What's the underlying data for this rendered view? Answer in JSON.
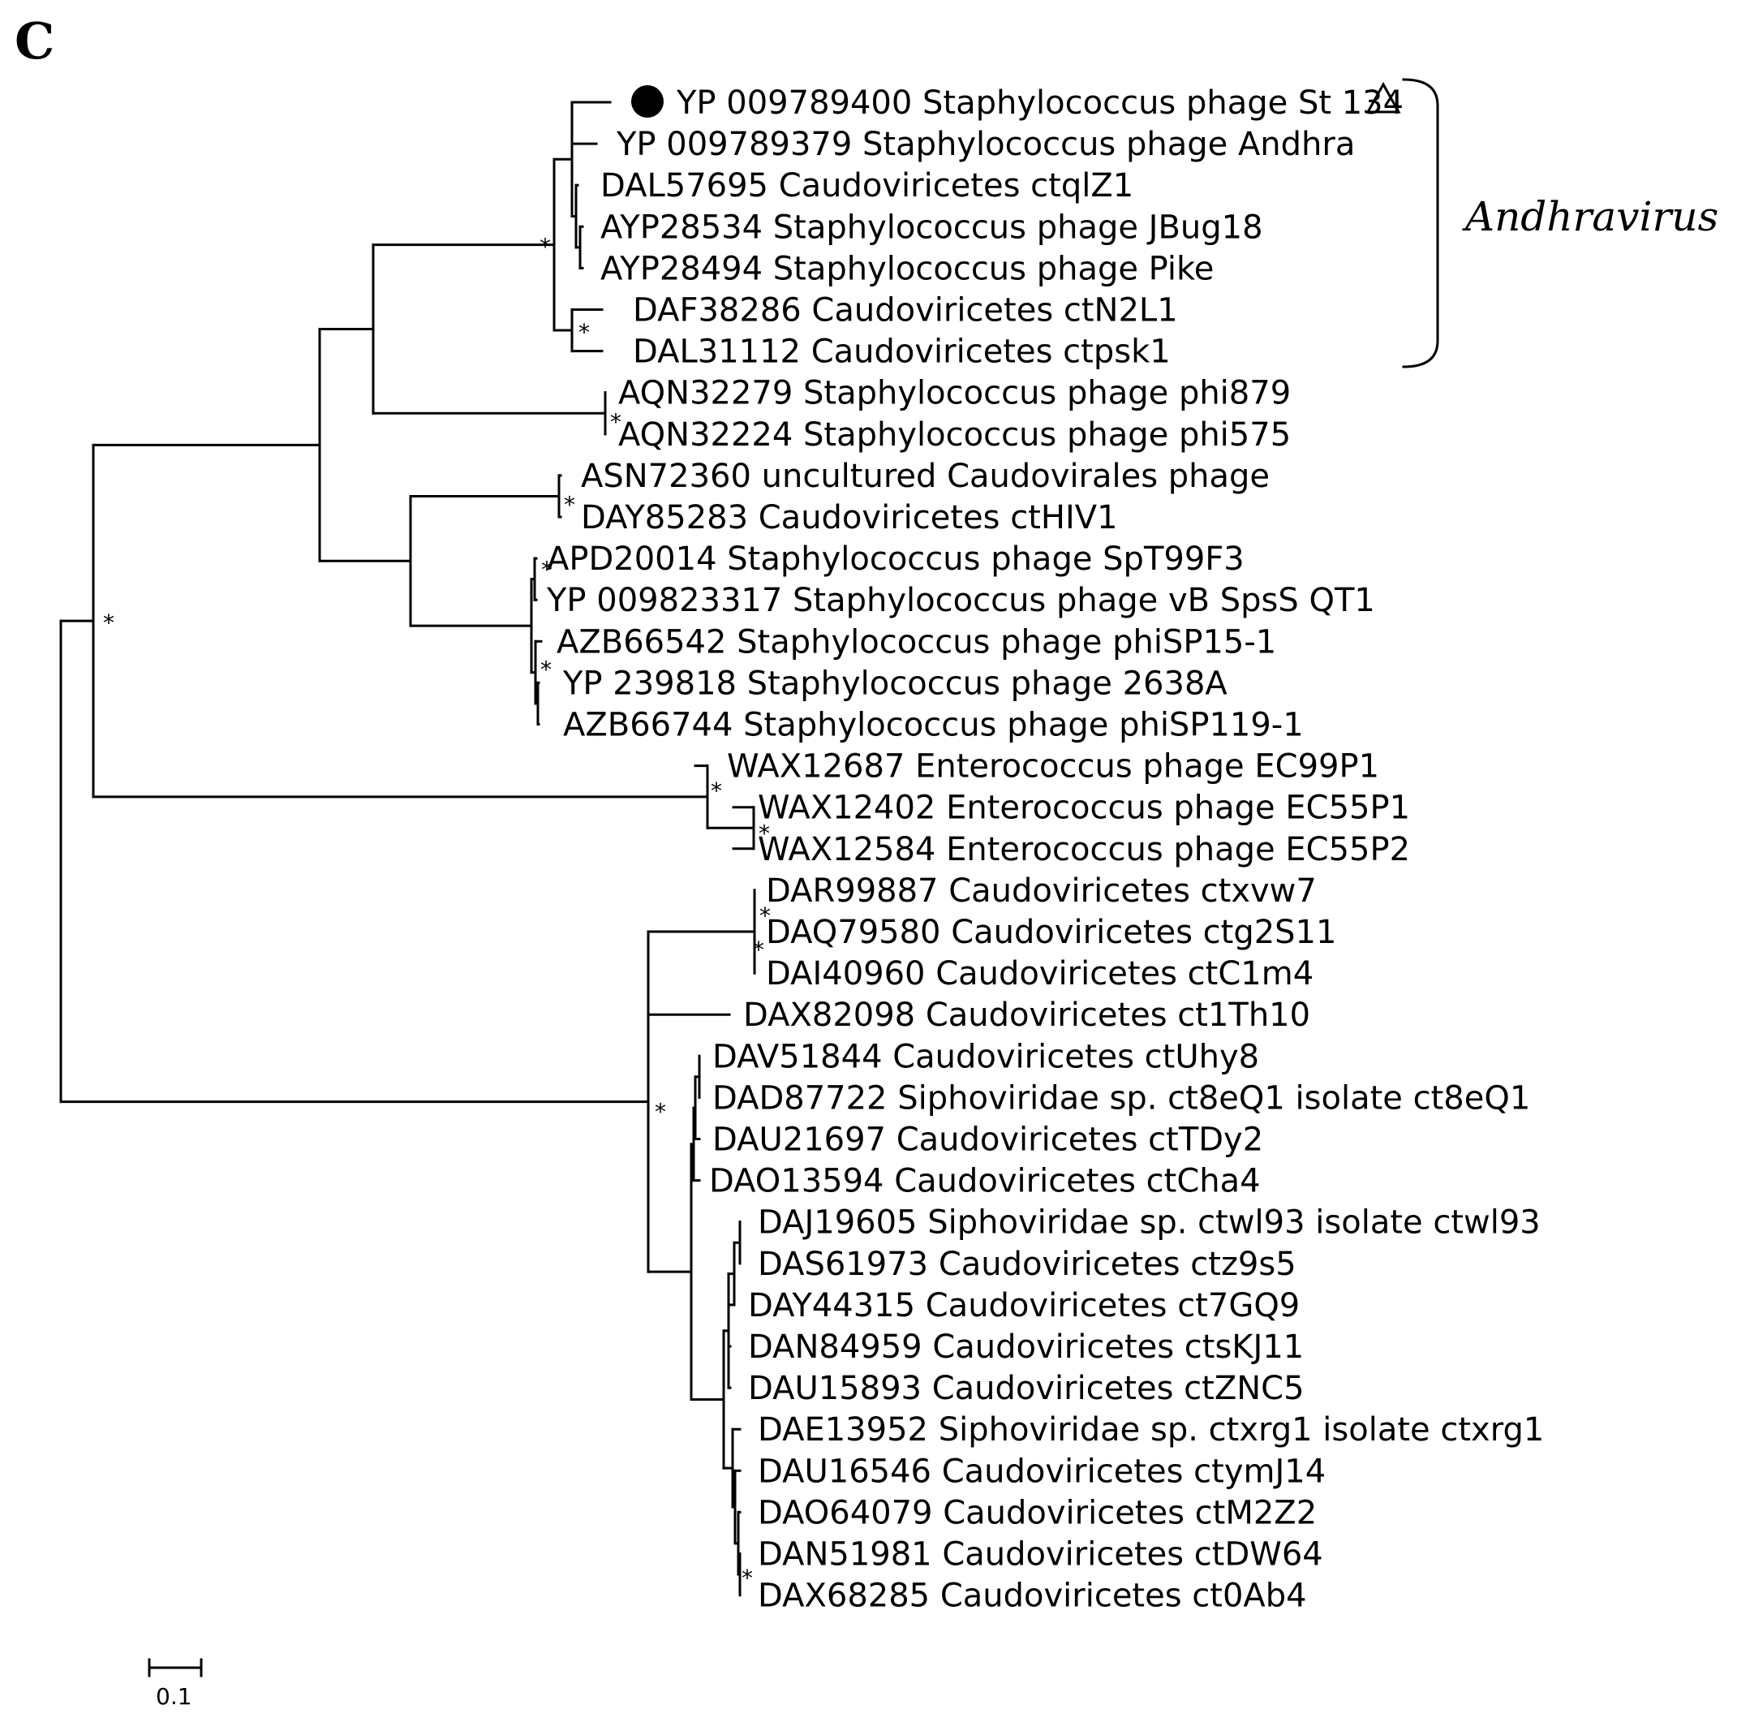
{
  "panel_label": "C",
  "genus_label": "Andhravirus",
  "scale_bar_label": "0.1",
  "support_marker": "*",
  "leaves": [
    "YP 009789400 Staphylococcus phage St 134",
    "YP 009789379 Staphylococcus phage Andhra",
    "DAL57695 Caudoviricetes ctqlZ1",
    "AYP28534 Staphylococcus phage JBug18",
    "AYP28494 Staphylococcus phage Pike",
    "DAF38286 Caudoviricetes ctN2L1",
    "DAL31112 Caudoviricetes ctpsk1",
    "AQN32279 Staphylococcus phage phi879",
    "AQN32224 Staphylococcus phage phi575",
    "ASN72360 uncultured Caudovirales phage",
    "DAY85283 Caudoviricetes ctHIV1",
    "APD20014 Staphylococcus phage SpT99F3",
    "YP 009823317 Staphylococcus phage vB SpsS QT1",
    "AZB66542 Staphylococcus phage phiSP15-1",
    "YP 239818 Staphylococcus phage 2638A",
    "AZB66744 Staphylococcus phage phiSP119-1",
    "WAX12687 Enterococcus phage EC99P1",
    "WAX12402 Enterococcus phage EC55P1",
    "WAX12584 Enterococcus phage EC55P2",
    "DAR99887 Caudoviricetes ctxvw7",
    "DAQ79580 Caudoviricetes ctg2S11",
    "DAI40960 Caudoviricetes ctC1m4",
    "DAX82098 Caudoviricetes ct1Th10",
    "DAV51844 Caudoviricetes ctUhy8",
    "DAD87722 Siphoviridae sp. ct8eQ1 isolate ct8eQ1",
    "DAU21697 Caudoviricetes ctTDy2",
    "DAO13594 Caudoviricetes ctCha4",
    "DAJ19605 Siphoviridae sp. ctwl93 isolate ctwl93",
    "DAS61973 Caudoviricetes ctz9s5",
    "DAY44315 Caudoviricetes ct7GQ9",
    "DAN84959 Caudoviricetes ctsKJ11",
    "DAU15893 Caudoviricetes ctZNC5",
    "DAE13952 Siphoviridae sp. ctxrg1 isolate ctxrg1",
    "DAU16546 Caudoviricetes ctymJ14",
    "DAO64079 Caudoviricetes ctM2Z2",
    "DAN51981 Caudoviricetes ctDW64",
    "DAX68285 Caudoviricetes ct0Ab4"
  ],
  "leaf_markers": [
    {
      "leaf": 0,
      "marker": "filled-circle-icon"
    },
    {
      "leaf": 1,
      "marker": "open-triangle-icon"
    }
  ]
}
